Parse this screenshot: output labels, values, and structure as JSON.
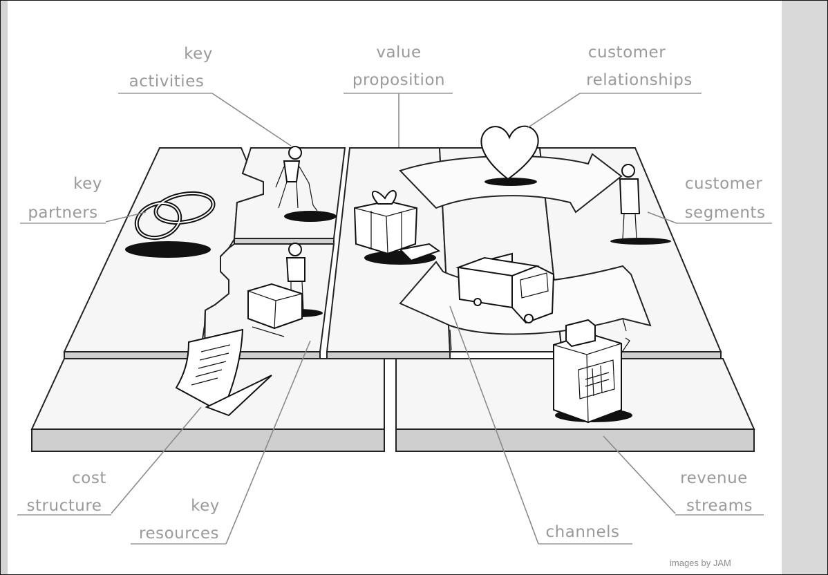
{
  "labels": {
    "key_activities": [
      "key",
      "activities"
    ],
    "value_proposition": [
      "value",
      "proposition"
    ],
    "customer_relationships": [
      "customer",
      "relationships"
    ],
    "key_partners": [
      "key",
      "partners"
    ],
    "customer_segments": [
      "customer",
      "segments"
    ],
    "cost_structure": [
      "cost",
      "structure"
    ],
    "key_resources": [
      "key",
      "resources"
    ],
    "channels": [
      "channels"
    ],
    "revenue_streams": [
      "revenue",
      "streams"
    ]
  },
  "credit": "images by JAM"
}
